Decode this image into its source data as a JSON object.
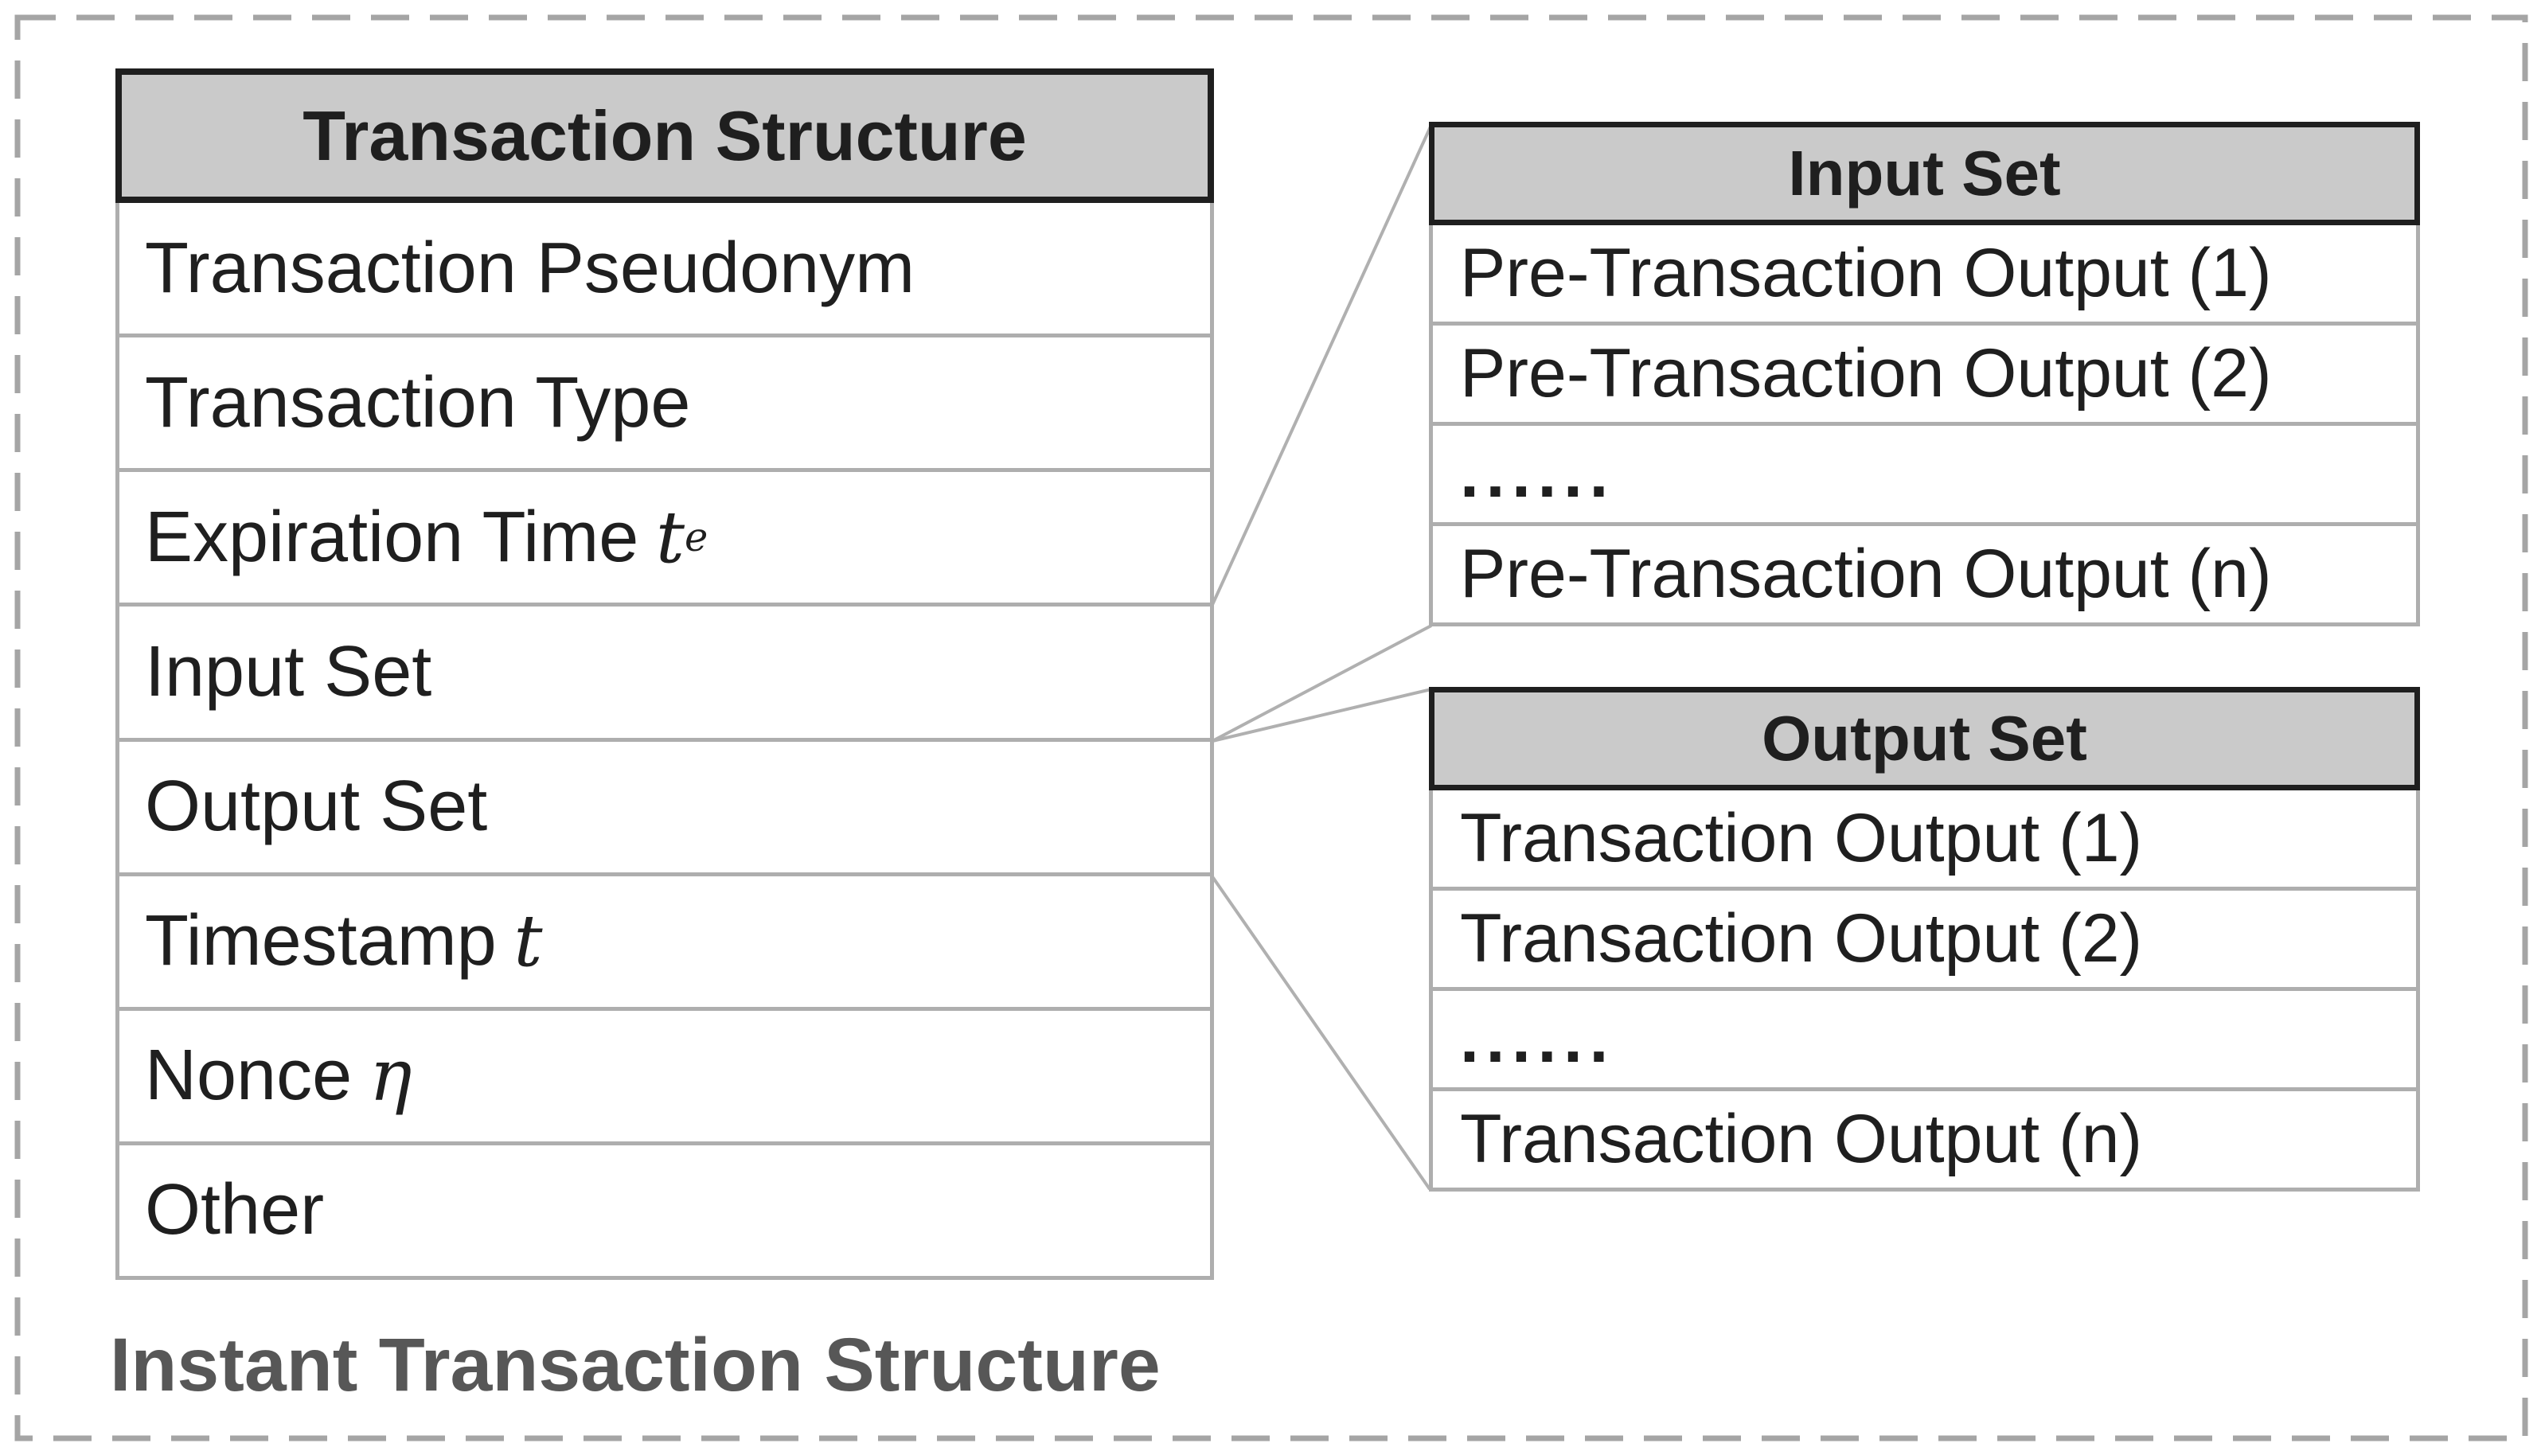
{
  "caption": "Instant Transaction Structure",
  "colors": {
    "header_fill": "#cacaca",
    "header_border": "#1f1f1f",
    "grid_gray": "#aeaeae",
    "connector_gray": "#b0b0b0",
    "frame_dash_gray": "#a5a5a5",
    "caption_gray": "#575757",
    "text": "#1f1f1f"
  },
  "left_table": {
    "title": "Transaction Structure",
    "rows": [
      {
        "label": "Transaction Pseudonym",
        "sym": "",
        "sub": ""
      },
      {
        "label": "Transaction Type",
        "sym": "",
        "sub": ""
      },
      {
        "label": "Expiration Time",
        "sym": "t",
        "sub": "e"
      },
      {
        "label": "Input Set",
        "sym": "",
        "sub": ""
      },
      {
        "label": "Output Set",
        "sym": "",
        "sub": ""
      },
      {
        "label": "Timestamp",
        "sym": "t",
        "sub": ""
      },
      {
        "label": "Nonce",
        "sym": "η",
        "sub": ""
      },
      {
        "label": "Other",
        "sym": "",
        "sub": ""
      }
    ]
  },
  "input_table": {
    "title": "Input Set",
    "rows": [
      "Pre-Transaction Output (1)",
      "Pre-Transaction Output (2)",
      "......",
      "Pre-Transaction Output (n)"
    ]
  },
  "output_table": {
    "title": "Output Set",
    "rows": [
      "Transaction Output (1)",
      "Transaction Output (2)",
      "......",
      "Transaction Output (n)"
    ]
  }
}
